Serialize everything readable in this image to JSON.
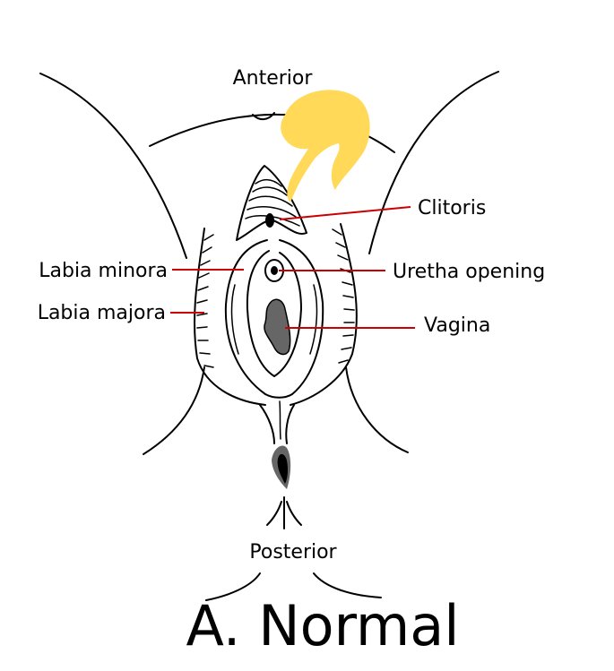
{
  "labels": {
    "anterior": "Anterior",
    "posterior": "Posterior",
    "clitoris": "Clitoris",
    "labia_minora": "Labia minora",
    "uretha_opening": "Uretha opening",
    "labia_majora": "Labia majora",
    "vagina": "Vagina"
  },
  "caption": "A. Normal",
  "colors": {
    "leader_lines": "#cc0000",
    "hand_overlay": "#ffd957",
    "dark_fill": "#666666",
    "outline": "#000000"
  }
}
